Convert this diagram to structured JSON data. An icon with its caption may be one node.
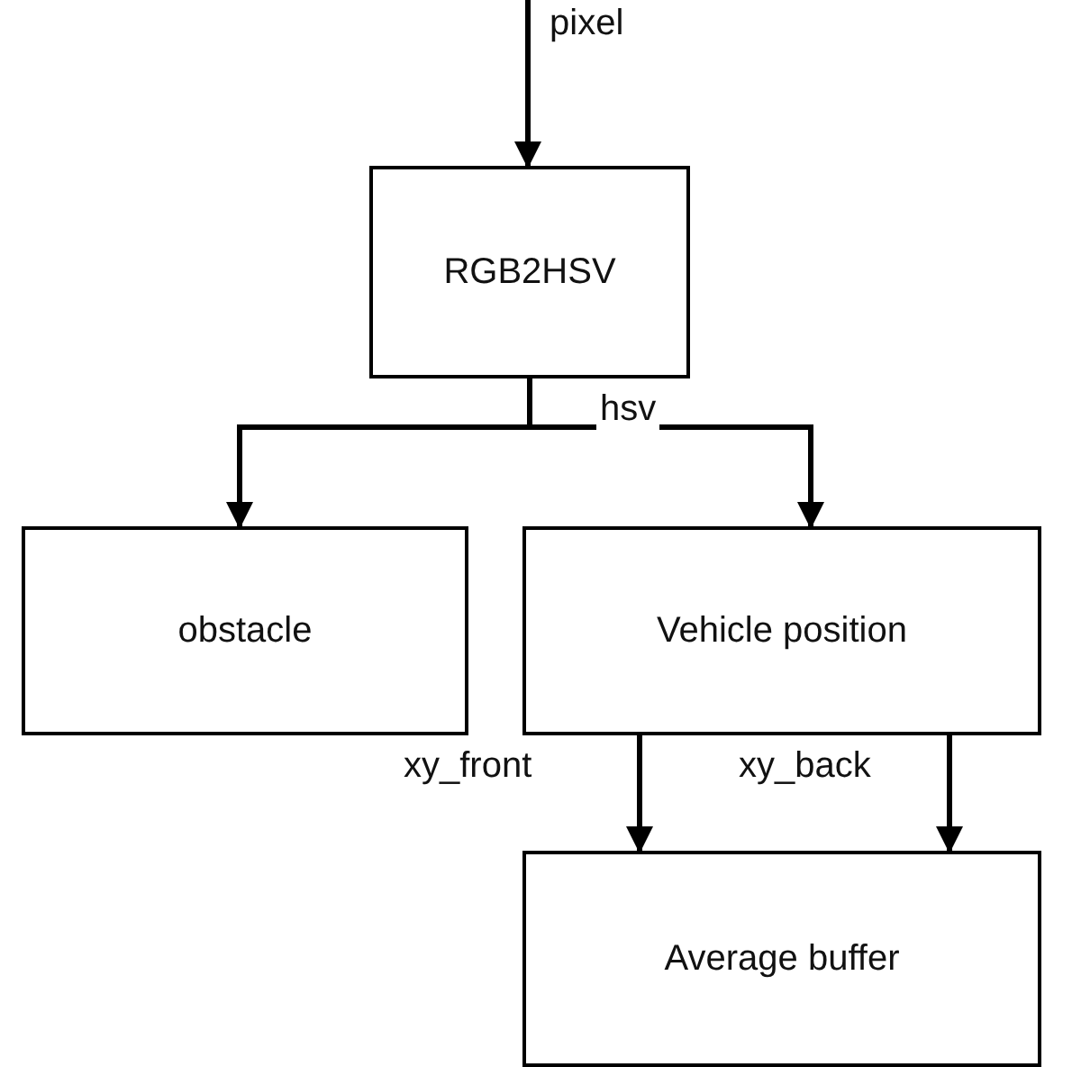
{
  "diagram": {
    "nodes": [
      {
        "text": [
          "RGB2HSV"
        ]
      },
      {
        "text": [
          "obstacle"
        ]
      },
      {
        "text": [
          "Vehicle position"
        ]
      },
      {
        "text": [
          "Average buffer"
        ]
      }
    ],
    "edges": [
      {
        "from": null,
        "to": 0,
        "arrow": "to",
        "label": "pixel"
      },
      {
        "from": 0,
        "to": 1,
        "arrow": "to"
      },
      {
        "from": 0,
        "to": 2,
        "arrow": "to",
        "label": "hsv"
      },
      {
        "from": 2,
        "to": 3,
        "arrow": "to",
        "label": "xy_front"
      },
      {
        "from": 2,
        "to": 3,
        "arrow": "to",
        "label": "xy_back"
      }
    ]
  }
}
